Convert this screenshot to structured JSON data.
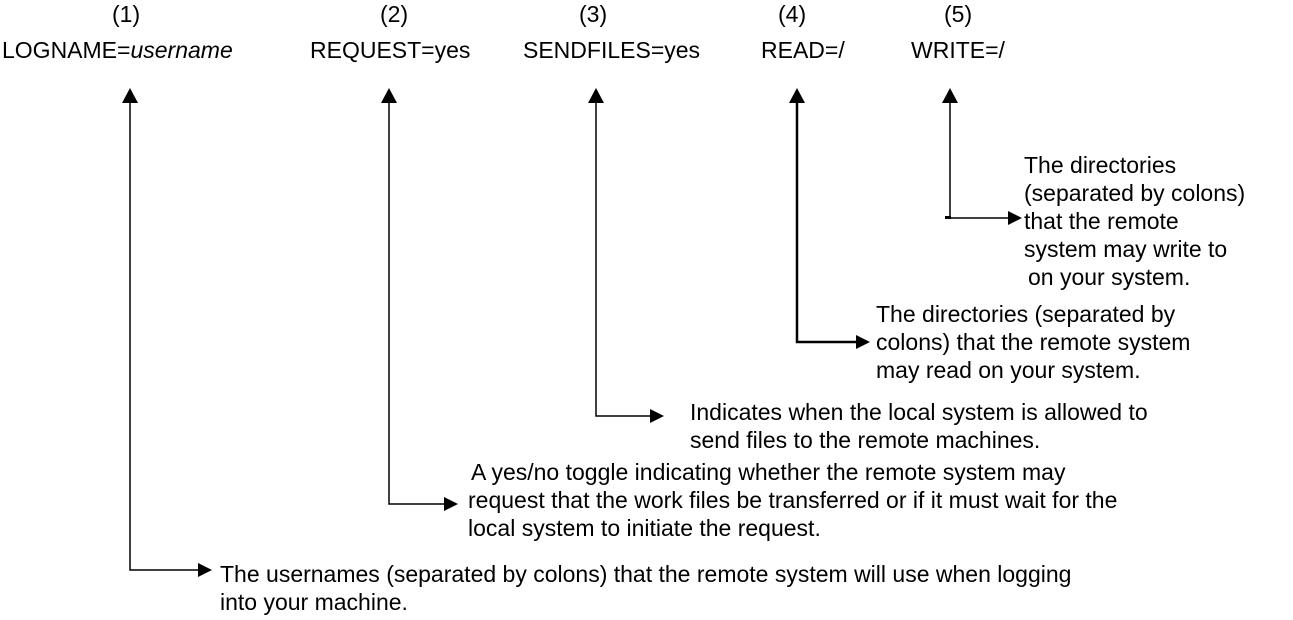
{
  "numbers": [
    "(1)",
    "(2)",
    "(3)",
    "(4)",
    "(5)"
  ],
  "fields": [
    {
      "key": "LOGNAME=",
      "value": "username"
    },
    {
      "key": "REQUEST=yes"
    },
    {
      "key": "SENDFILES=yes"
    },
    {
      "key": "READ=/"
    },
    {
      "key": "WRITE=/"
    }
  ],
  "descriptions": {
    "write": [
      "The directories",
      "(separated by colons)",
      "that the remote",
      "system may write to",
      "on your system."
    ],
    "read": [
      "The directories (separated by",
      "colons) that the remote system",
      "may read on your system."
    ],
    "sendfiles": [
      "Indicates when the local system is allowed to",
      "send files to the remote machines."
    ],
    "request": [
      "A yes/no toggle indicating whether the remote system may",
      "request that the work files be transferred or if it must wait for the",
      "local system to initiate the request."
    ],
    "logname": [
      "The usernames (separated by colons) that the remote system will use when logging",
      "into your machine."
    ]
  }
}
